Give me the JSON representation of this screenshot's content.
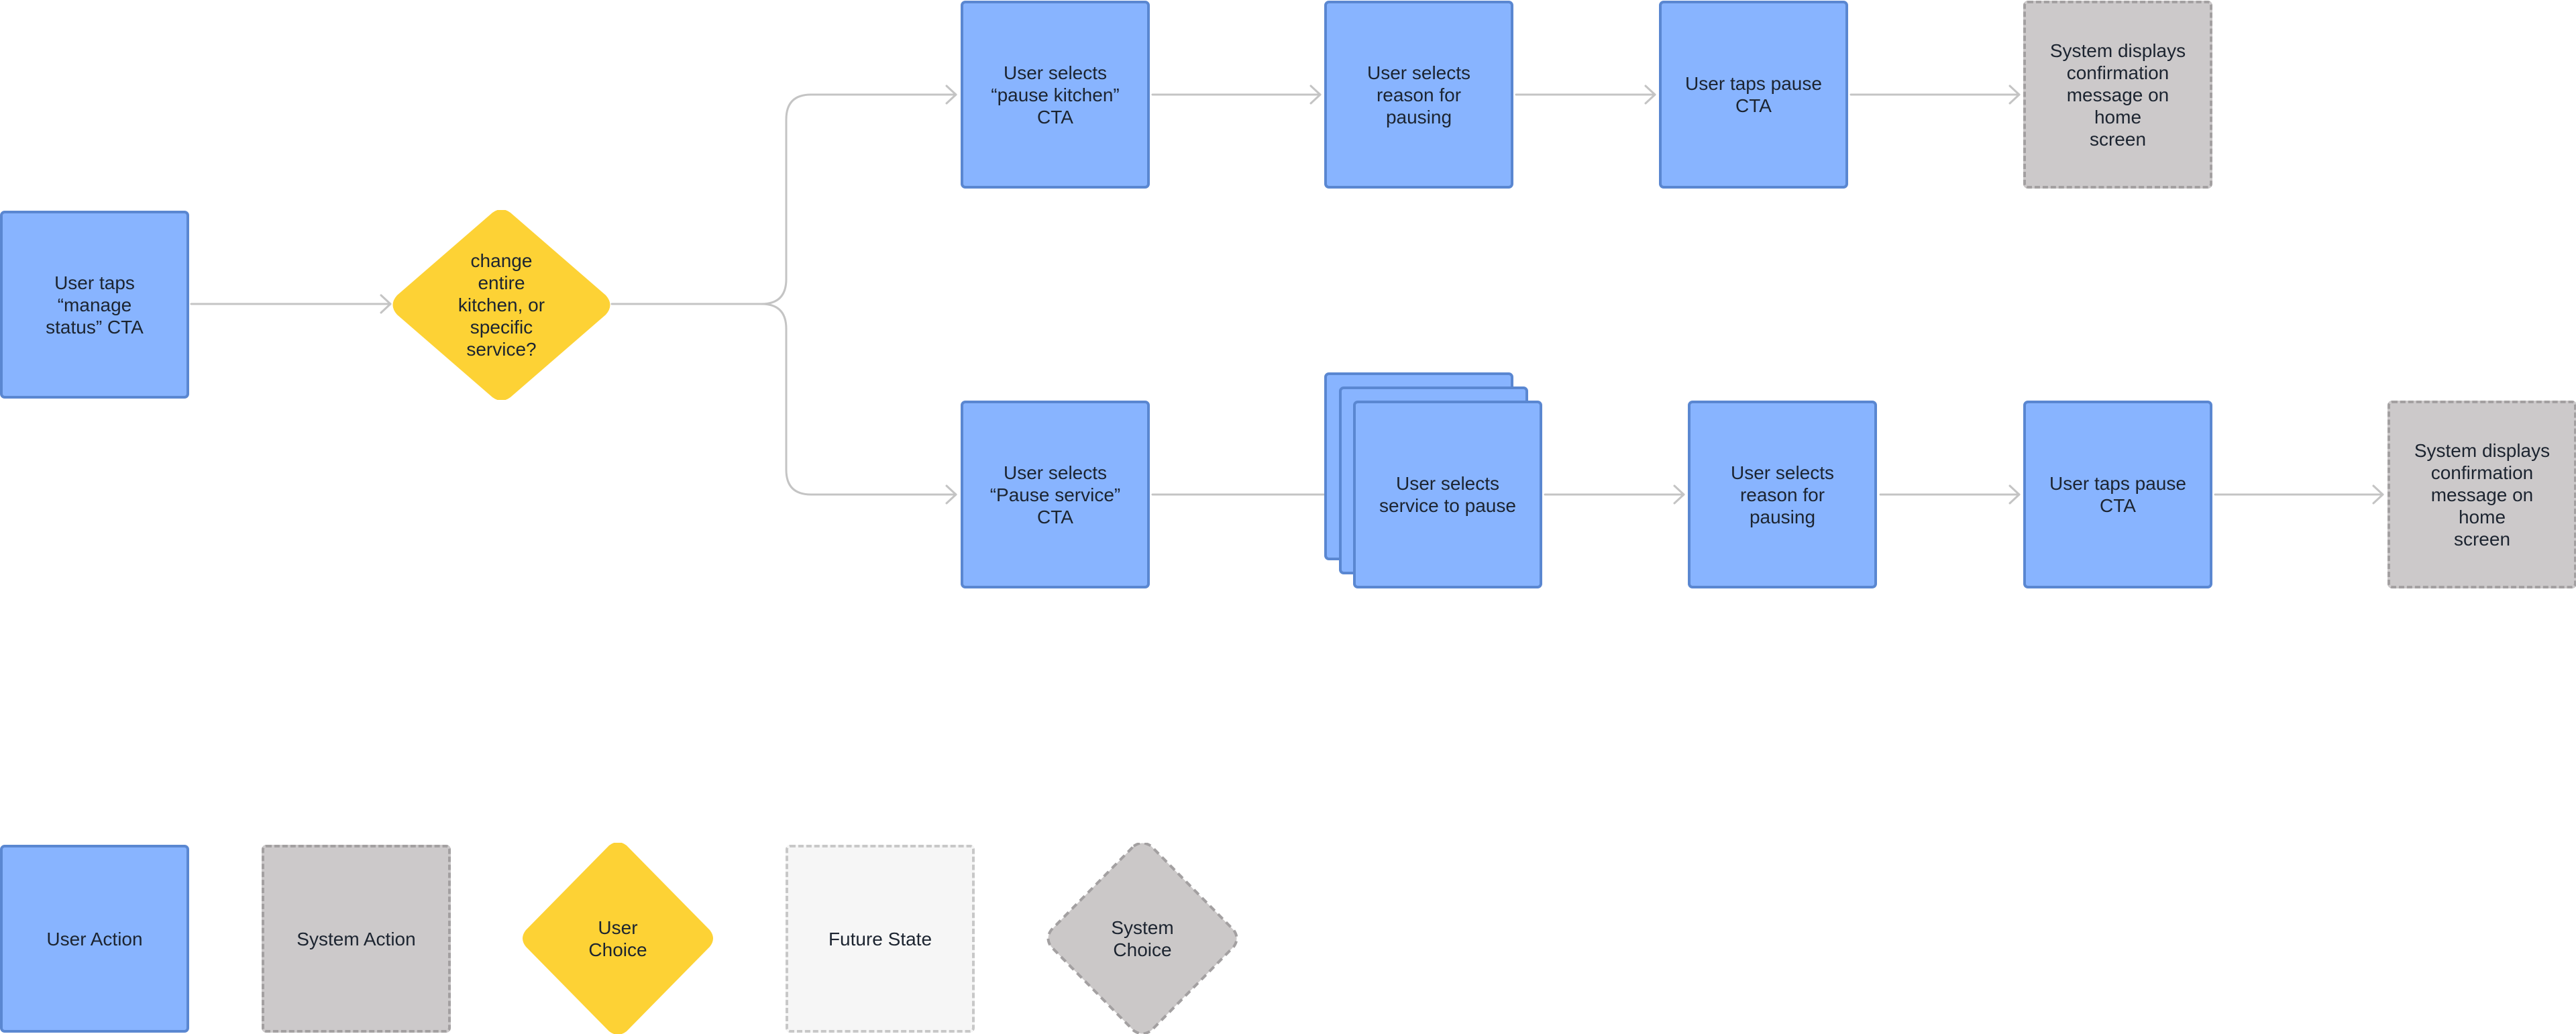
{
  "colors": {
    "user_action_fill": "#88b4ff",
    "user_action_border": "#5a87d1",
    "system_action_fill": "#ccc9ca",
    "system_action_border": "#a3a0a1",
    "user_choice_fill": "#fdd235",
    "system_choice_fill": "#cbc8c8",
    "system_choice_border": "#a3a0a1",
    "future_state_fill": "#f6f6f6",
    "future_state_border": "#c8c8c8",
    "connector": "#c4c4c4",
    "text": "#1c2430"
  },
  "flow": {
    "start": "User taps “manage\nstatus” CTA",
    "decision": "change\nentire\nkitchen, or\nspecific\nservice?",
    "kitchen_branch": {
      "select": "User selects\n“pause kitchen”\nCTA",
      "reason": "User selects\nreason for pausing",
      "pause": "User taps pause\nCTA",
      "confirm": "System displays\nconfirmation\nmessage on home\nscreen"
    },
    "service_branch": {
      "select": "User selects\n“Pause service”\nCTA",
      "service": "User selects\nservice to pause",
      "reason": "User selects\nreason for pausing",
      "pause": "User taps pause\nCTA",
      "confirm": "System displays\nconfirmation\nmessage on home\nscreen"
    }
  },
  "legend": {
    "user_action": "User Action",
    "system_action": "System Action",
    "user_choice": "User\nChoice",
    "future_state": "Future State",
    "system_choice": "System\nChoice"
  }
}
